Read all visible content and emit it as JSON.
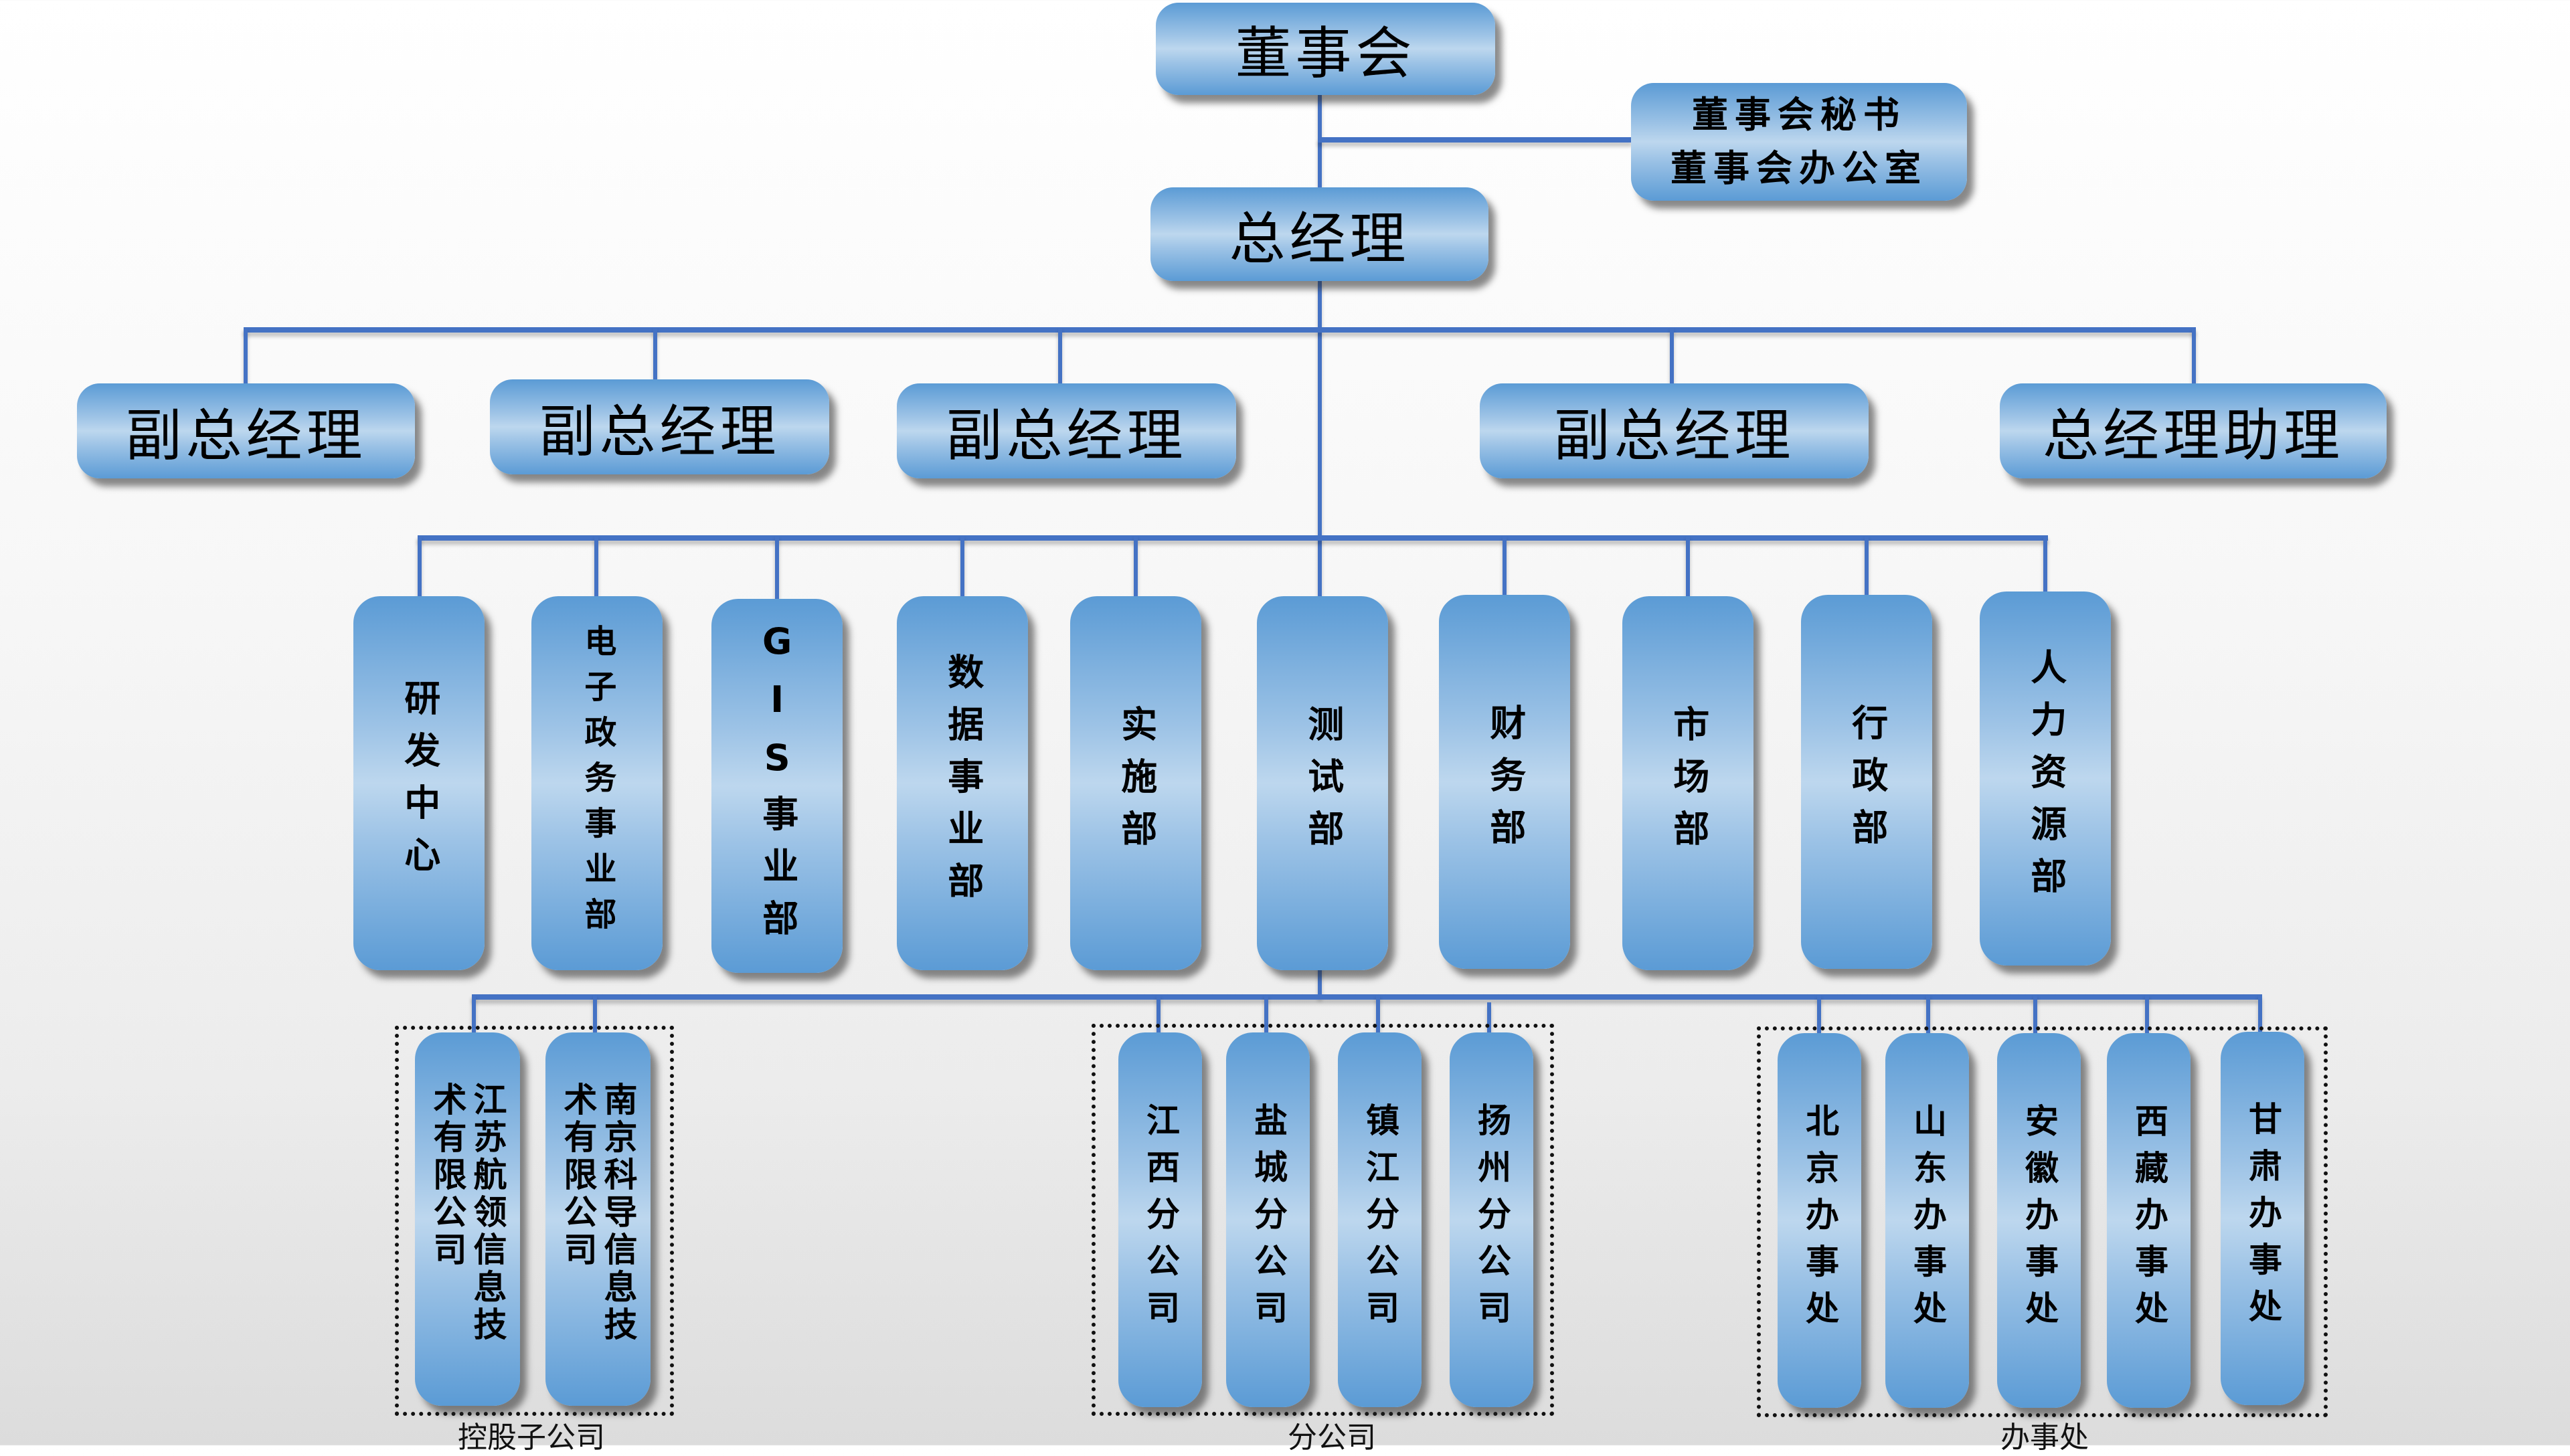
{
  "colors": {
    "connector": "#4472c4",
    "box_top": "#5b9bd5",
    "box_mid": "#bdd7ee",
    "text": "#000000"
  },
  "board": {
    "label": "董事会"
  },
  "secretary": {
    "line1": "董事会秘书",
    "line2": "董事会办公室"
  },
  "general_manager": {
    "label": "总经理"
  },
  "executives": [
    {
      "label": "副总经理"
    },
    {
      "label": "副总经理"
    },
    {
      "label": "副总经理"
    },
    {
      "label": "副总经理"
    },
    {
      "label": "总经理助理"
    }
  ],
  "departments": [
    {
      "label": "研发中心"
    },
    {
      "label": "电子政务事业部"
    },
    {
      "label": "GIS事业部"
    },
    {
      "label": "数据事业部"
    },
    {
      "label": "实施部"
    },
    {
      "label": "测试部"
    },
    {
      "label": "财务部"
    },
    {
      "label": "市场部"
    },
    {
      "label": "行政部"
    },
    {
      "label": "人力资源部"
    }
  ],
  "subsidiaries": {
    "group_label": "控股子公司",
    "items": [
      {
        "label": "江苏航领信息技术有限公司"
      },
      {
        "label": "南京科导信息技术有限公司"
      }
    ]
  },
  "branches": {
    "group_label": "分公司",
    "items": [
      {
        "label": "江西分公司"
      },
      {
        "label": "盐城分公司"
      },
      {
        "label": "镇江分公司"
      },
      {
        "label": "扬州分公司"
      }
    ]
  },
  "offices": {
    "group_label": "办事处",
    "items": [
      {
        "label": "北京办事处"
      },
      {
        "label": "山东办事处"
      },
      {
        "label": "安徽办事处"
      },
      {
        "label": "西藏办事处"
      },
      {
        "label": "甘肃办事处"
      }
    ]
  }
}
